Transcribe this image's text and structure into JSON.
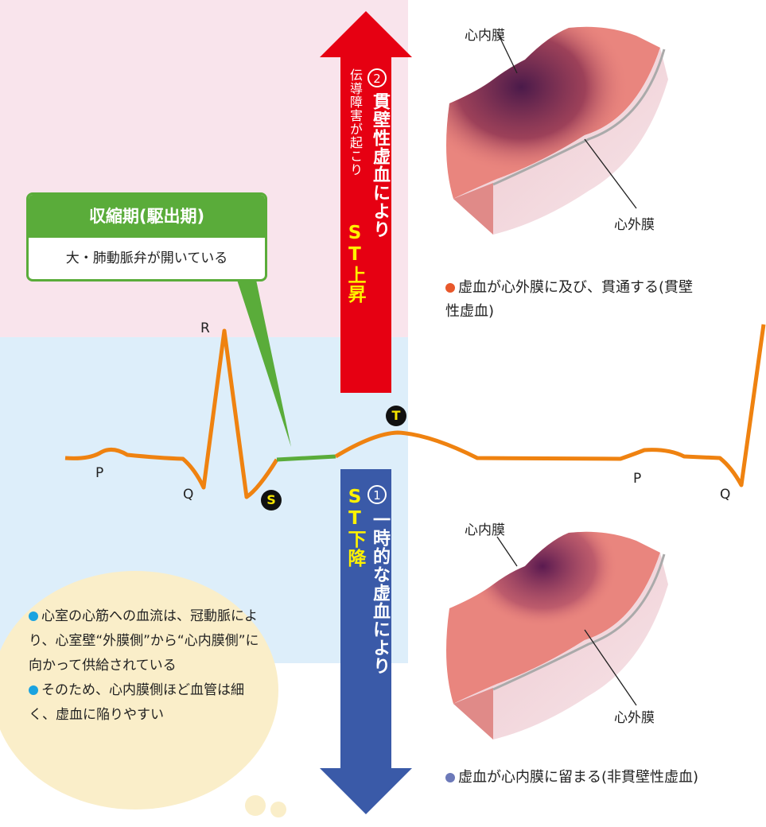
{
  "top_panel": {
    "endocardium_label": "心内膜",
    "epicardium_label": "心外膜",
    "caption": "虚血が心外膜に及び、貫通する(貫壁性虚血)",
    "caption_color": "#e8582b"
  },
  "bottom_panel": {
    "endocardium_label": "心内膜",
    "epicardium_label": "心外膜",
    "caption": "虚血が心内膜に留まる(非貫壁性虚血)",
    "caption_color": "#6c79b9"
  },
  "up_arrow": {
    "number": "②",
    "line1": "伝導障害が起こり",
    "line2": "貫壁性虚血により",
    "result": "ST上昇",
    "color": "#e60012"
  },
  "down_arrow": {
    "number": "①",
    "line1": "一時的な虚血により",
    "result": "ST下降",
    "color": "#3a5aa8"
  },
  "callout": {
    "title": "収縮期(駆出期)",
    "body": "大・肺動脈弁が開いている",
    "color": "#5aac3a"
  },
  "ecg": {
    "labels": {
      "P1": "P",
      "Q1": "Q",
      "R": "R",
      "S": "S",
      "T": "T",
      "P2": "P",
      "Q2": "Q"
    },
    "line_color": "#ef8210",
    "st_segment_color": "#5aac3a"
  },
  "bubble": {
    "items": [
      "心室の心筋への血流は、冠動脈により、心室壁“外膜側”から“心内膜側”に向かって供給されている",
      "そのため、心内膜側ほど血管は細く、虚血に陥りやすい"
    ],
    "bullet_color": "#1aa3e0"
  }
}
